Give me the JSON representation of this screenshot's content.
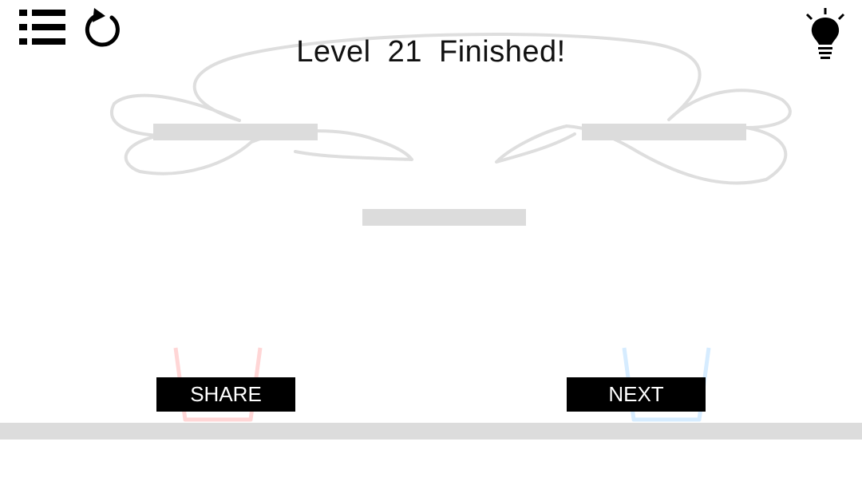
{
  "title": "Level  21  Finished!",
  "buttons": {
    "share": "SHARE",
    "next": "NEXT"
  },
  "icons": {
    "menu": "list-menu-icon",
    "restart": "restart-icon",
    "hint": "lightbulb-hint-icon"
  },
  "colors": {
    "ink": "#000000",
    "platform": "#dcdcdc",
    "drawing": "#dedede",
    "cup_left": "#ffd6d6",
    "cup_right": "#d6ecff"
  }
}
